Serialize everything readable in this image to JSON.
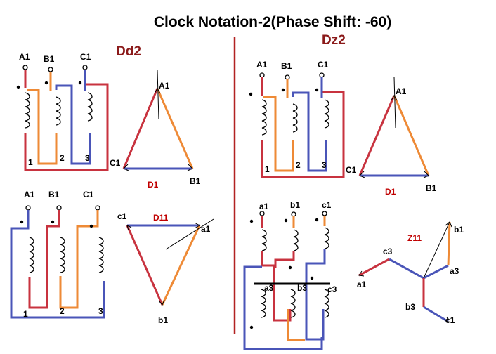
{
  "title": "Clock Notation-2(Phase Shift: -60)",
  "left_heading": "Dd2",
  "right_heading": "Dz2",
  "colors": {
    "red": "#c8333f",
    "orange": "#ee8a36",
    "blue": "#4a55b8",
    "heading": "#8b1a1a",
    "divider": "#b22222"
  },
  "labels": {
    "A1": "A1",
    "B1": "B1",
    "C1": "C1",
    "a1": "a1",
    "b1": "b1",
    "c1": "c1",
    "a3": "a3",
    "b3": "b3",
    "c3": "c3",
    "n1": "1",
    "n2": "2",
    "n3": "3",
    "D1": "D1",
    "D11": "D11",
    "Z11": "Z11"
  }
}
